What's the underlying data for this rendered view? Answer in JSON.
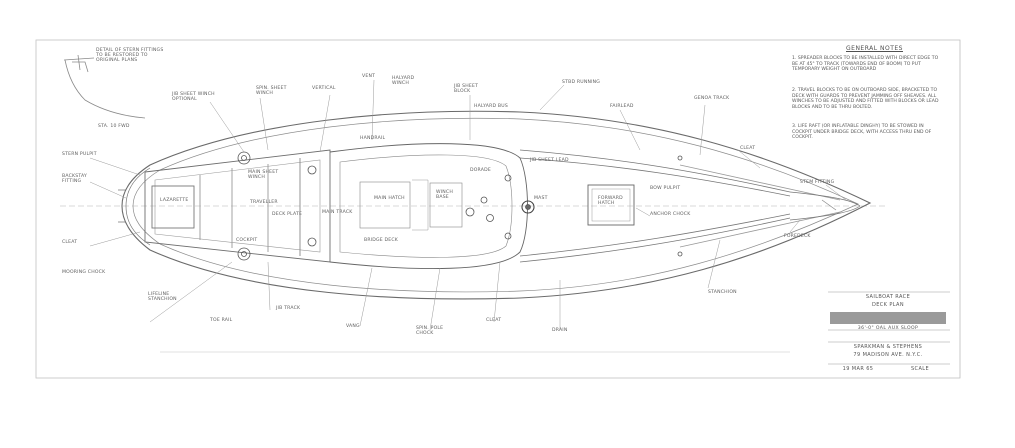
{
  "notes": {
    "title": "GENERAL NOTES",
    "items": [
      "1. SPREADER BLOCKS TO BE INSTALLED WITH DIRECT EDGE TO BE AT 45° TO TRACK (TOWARDS END OF BOOM) TO PUT TEMPORARY WEIGHT ON OUTBOARD",
      "2. TRAVEL BLOCKS TO BE ON OUTBOARD SIDE, BRACKETED TO DECK WITH GUARDS TO PREVENT JAMMING OFF SHEAVES. ALL WINCHES TO BE ADJUSTED AND FITTED WITH BLOCKS OR LEAD BLOCKS AND TO BE THRU BOLTED.",
      "3. LIFE RAFT (OR INFLATABLE DINGHY) TO BE STOWED IN COCKPIT UNDER BRIDGE DECK, WITH ACCESS THRU END OF COCKPIT."
    ]
  },
  "title_block": {
    "line1": "SAILBOAT RACE",
    "line2": "DECK PLAN",
    "line3": "36'-0\" OAL AUX SLOOP",
    "line4": "SPARKMAN & STEPHENS",
    "line5": "79 MADISON AVE. N.Y.C.",
    "line6": "19 MAR 65",
    "line7": "SCALE"
  },
  "labels": {
    "bow_detail": "DETAIL OF STERN FITTINGS\nTO BE RESTORED TO\nORIGINAL PLANS",
    "sta_fwd": "STA. 10 FWD",
    "jib_sheet_winch": "JIB SHEET WINCH\nOPTIONAL",
    "spin_sheet": "SPIN. SHEET\nWINCH",
    "vertical": "VERTICAL",
    "vent": "VENT",
    "halyard_winch": "HALYARD\nWINCH",
    "jib_sheet_top": "JIB SHEET\nBLOCK",
    "halyard_bus": "HALYARD BUS",
    "stbd_running": "STBD RUNNING",
    "stern_pulpit": "STERN PULPIT",
    "backstay": "BACKSTAY\nFITTING",
    "main_sheet": "MAIN SHEET\nWINCH",
    "traveller": "TRAVELLER",
    "deck_plate": "DECK PLATE",
    "main_hatch": "MAIN HATCH",
    "handrail": "HANDRAIL",
    "mooring_chock": "MOORING CHOCK",
    "lazarette": "LAZARETTE",
    "cockpit": "COCKPIT",
    "main_track": "MAIN TRACK",
    "bridge_deck": "BRIDGE DECK",
    "winch_base": "WINCH\nBASE",
    "dorade": "DORADE",
    "mast": "MAST",
    "forward_hatch": "FORWARD\nHATCH",
    "bow_pulpit": "BOW PULPIT",
    "stem_fitting": "STEM FITTING",
    "cleat": "CLEAT",
    "anchor_chock": "ANCHOR CHOCK",
    "cleat_stbd": "CLEAT",
    "lifeline": "LIFELINE\nSTANCHION",
    "toe_rail": "TOE RAIL",
    "jib_track": "JIB TRACK",
    "fairlead": "FAIRLEAD",
    "vang": "VANG",
    "spin_pole": "SPIN. POLE\nCHOCK",
    "jib_sheet_lead": "JIB SHEET LEAD",
    "genoa_track": "GENOA TRACK",
    "stanchion": "STANCHION",
    "port_cleat": "CLEAT",
    "foredeck": "FOREDECK",
    "drain": "DRAIN"
  }
}
